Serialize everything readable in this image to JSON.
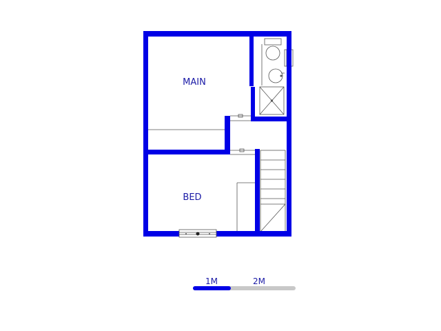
{
  "colors": {
    "wall": "#0000e6",
    "room_label": "#1a1aa6",
    "fixture_line": "#555555",
    "scale_primary": "#0000e6",
    "scale_secondary": "#c8c8c8",
    "background": "#ffffff"
  },
  "rooms": [
    {
      "id": "main",
      "label": "MAIN"
    },
    {
      "id": "bed",
      "label": "BED"
    }
  ],
  "scale_bar": {
    "labels": [
      "1M",
      "2M"
    ]
  },
  "fixtures": [
    {
      "icon": "toilet-icon"
    },
    {
      "icon": "basin-icon"
    },
    {
      "icon": "shower-icon"
    },
    {
      "icon": "staircase-icon"
    },
    {
      "icon": "window-icon"
    },
    {
      "icon": "door-icon"
    }
  ]
}
